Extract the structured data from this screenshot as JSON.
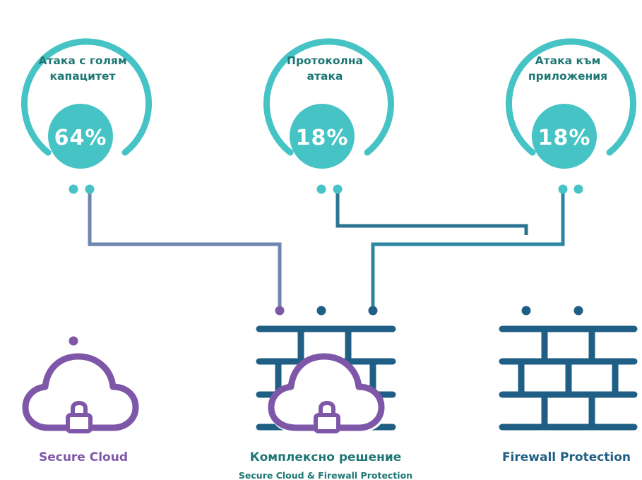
{
  "colors": {
    "teal": "#46C3C4",
    "navy": "#1F5F85",
    "purple": "#7F57A9",
    "dark_teal": "#1E7774",
    "white": "#ffffff"
  },
  "attacks": [
    {
      "title_line1": "Атака с голям",
      "title_line2": "капацитет",
      "percent": "64%",
      "share": 64
    },
    {
      "title_line1": "Протоколна",
      "title_line2": "атака",
      "percent": "18%",
      "share": 18
    },
    {
      "title_line1": "Атака към",
      "title_line2": "приложения",
      "percent": "18%",
      "share": 18
    }
  ],
  "solutions": {
    "secure_cloud": {
      "label": "Secure Cloud",
      "icon": "cloud-lock-icon"
    },
    "complex": {
      "label": "Комплексно решение",
      "sublabel": "Secure Cloud & Firewall Protection",
      "icon": "firewall-cloud-lock-icon"
    },
    "firewall": {
      "label": "Firewall Protection",
      "icon": "firewall-brick-icon"
    }
  }
}
